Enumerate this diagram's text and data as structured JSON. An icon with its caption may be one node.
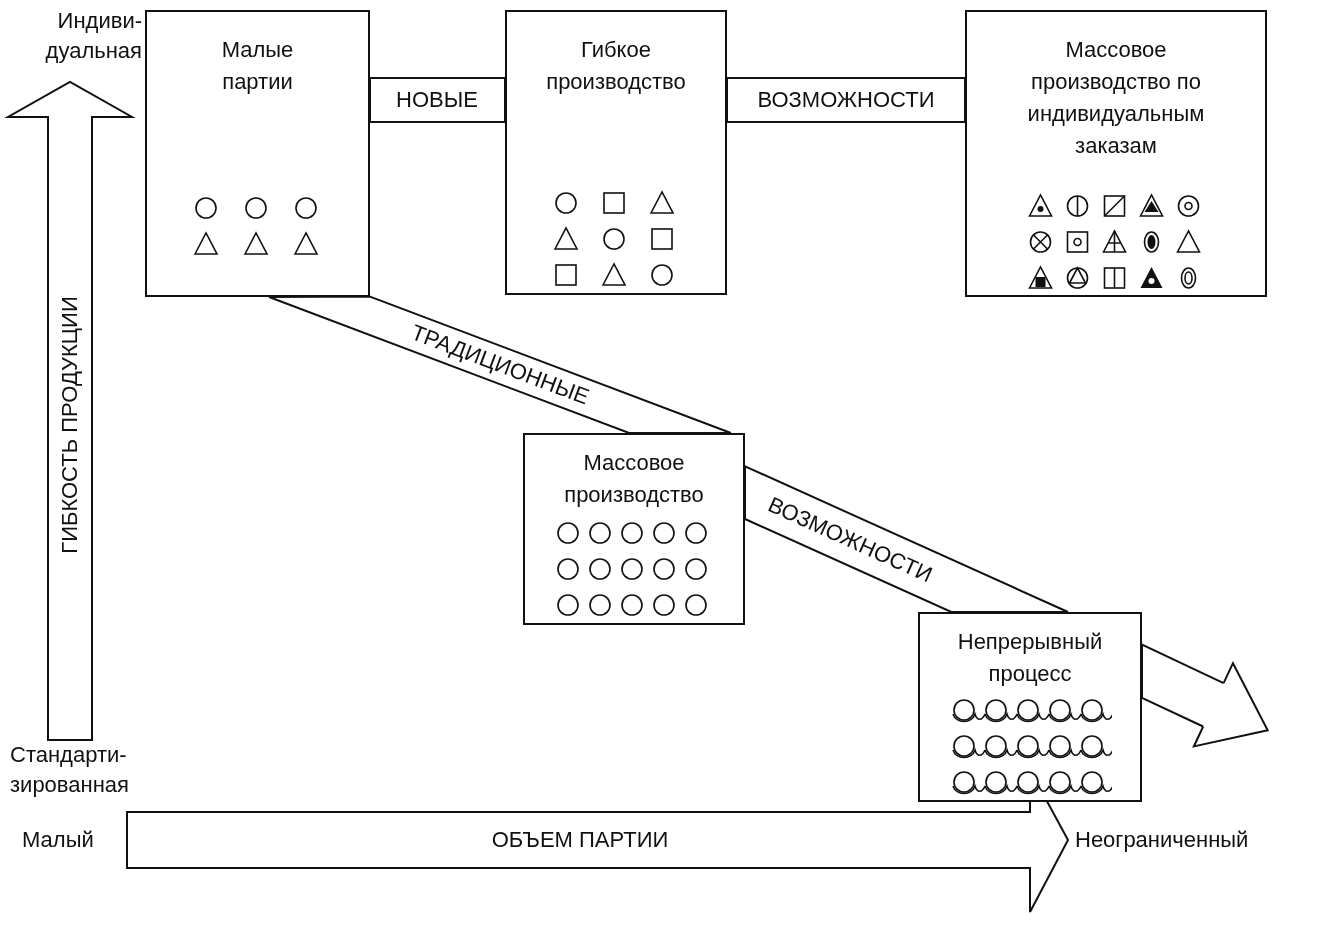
{
  "diagram": {
    "nodes": [
      {
        "text": [
          "Малые партии"
        ]
      },
      {
        "text": [
          "Гибкое производство"
        ]
      },
      {
        "text": [
          "Массовое производство по индивидуальным заказам"
        ]
      },
      {
        "text": [
          "Массовое производство"
        ]
      },
      {
        "text": [
          "Непрерывный процесс"
        ]
      }
    ],
    "edges": [
      {
        "from": 0,
        "to": 1,
        "arrow": "none",
        "label": "НОВЫЕ"
      },
      {
        "from": 1,
        "to": 2,
        "arrow": "none",
        "label": "ВОЗМОЖНОСТИ"
      },
      {
        "from": 0,
        "to": 3,
        "arrow": "none",
        "label": "ТРАДИЦИОННЫЕ"
      },
      {
        "from": 3,
        "to": 4,
        "arrow": "none",
        "label": "ВОЗМОЖНОСТИ"
      },
      {
        "from": 4,
        "to": null,
        "arrow": "to"
      }
    ],
    "labels": [
      "Индиви-дуальная",
      "ГИБКОСТЬ ПРОДУКЦИИ",
      "Стандарти-зированная",
      "Малый",
      "ОБЪЕМ ПАРТИИ",
      "Неограниченный"
    ]
  }
}
